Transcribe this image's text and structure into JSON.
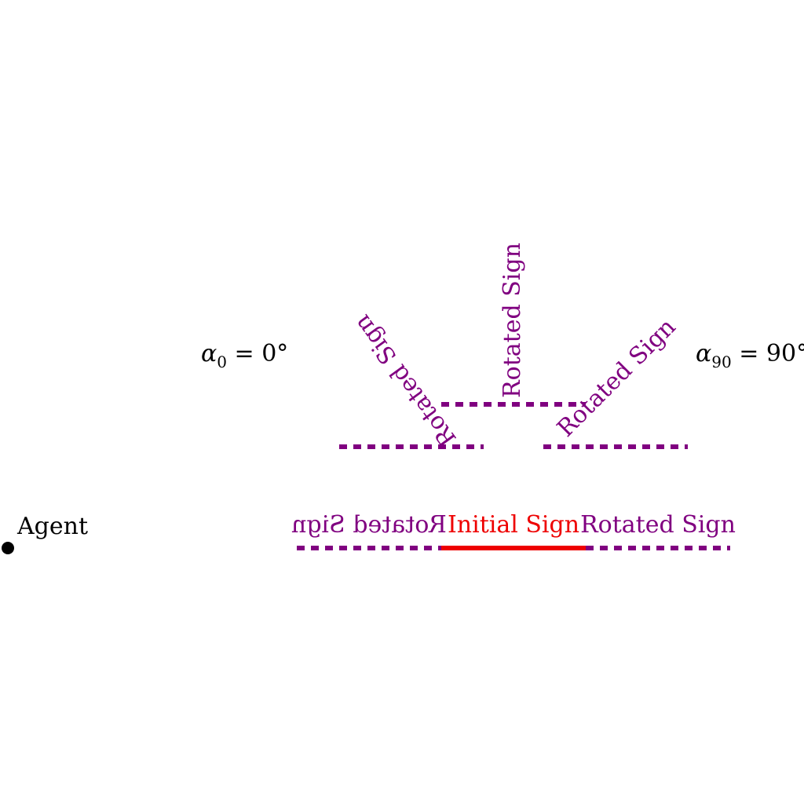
{
  "agent": {
    "label": "Agent"
  },
  "angles": {
    "alpha0": {
      "symbol": "α",
      "subscript": "0",
      "rest": " = 0°"
    },
    "alpha90": {
      "symbol": "α",
      "subscript": "90",
      "rest": " = 90°"
    }
  },
  "signs": {
    "initial_label": "Initial Sign",
    "rotated_label": "Rotated Sign"
  },
  "colors": {
    "initial": "#ee0000",
    "rotated": "#800080",
    "text": "#000000"
  }
}
